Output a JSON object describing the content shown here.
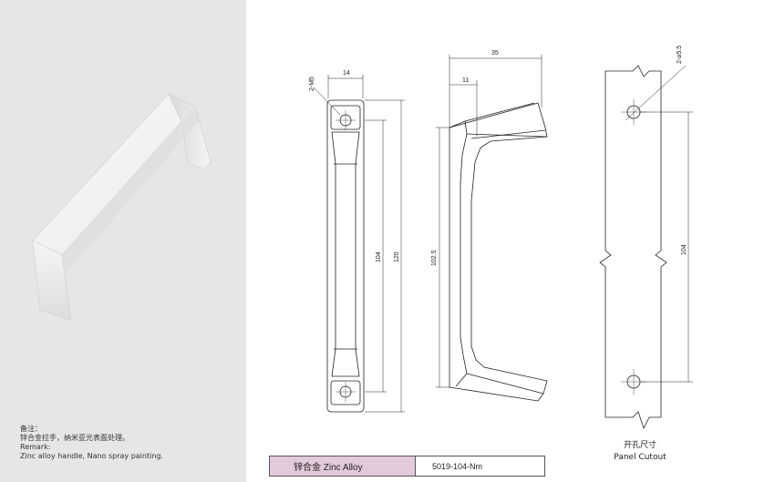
{
  "remark": {
    "title_cn": "备注：",
    "desc_cn": "锌合金拉手，纳米亚光表面处理。",
    "title_en": "Remark:",
    "desc_en": "Zinc alloy handle, Nano spray painting."
  },
  "dimensions": {
    "screw": "2-M5",
    "width": "14",
    "length_inner": "104",
    "length_total": "120",
    "depth": "35",
    "wall": "11",
    "inner_height": "102.5",
    "hole": "2-⌀5.5",
    "hole_spacing": "104"
  },
  "spec": {
    "material": "锌合金 Zinc Alloy",
    "model": "5019-104-Nm"
  },
  "cutout": {
    "label_cn": "开孔尺寸",
    "label_en": "Panel Cutout"
  }
}
